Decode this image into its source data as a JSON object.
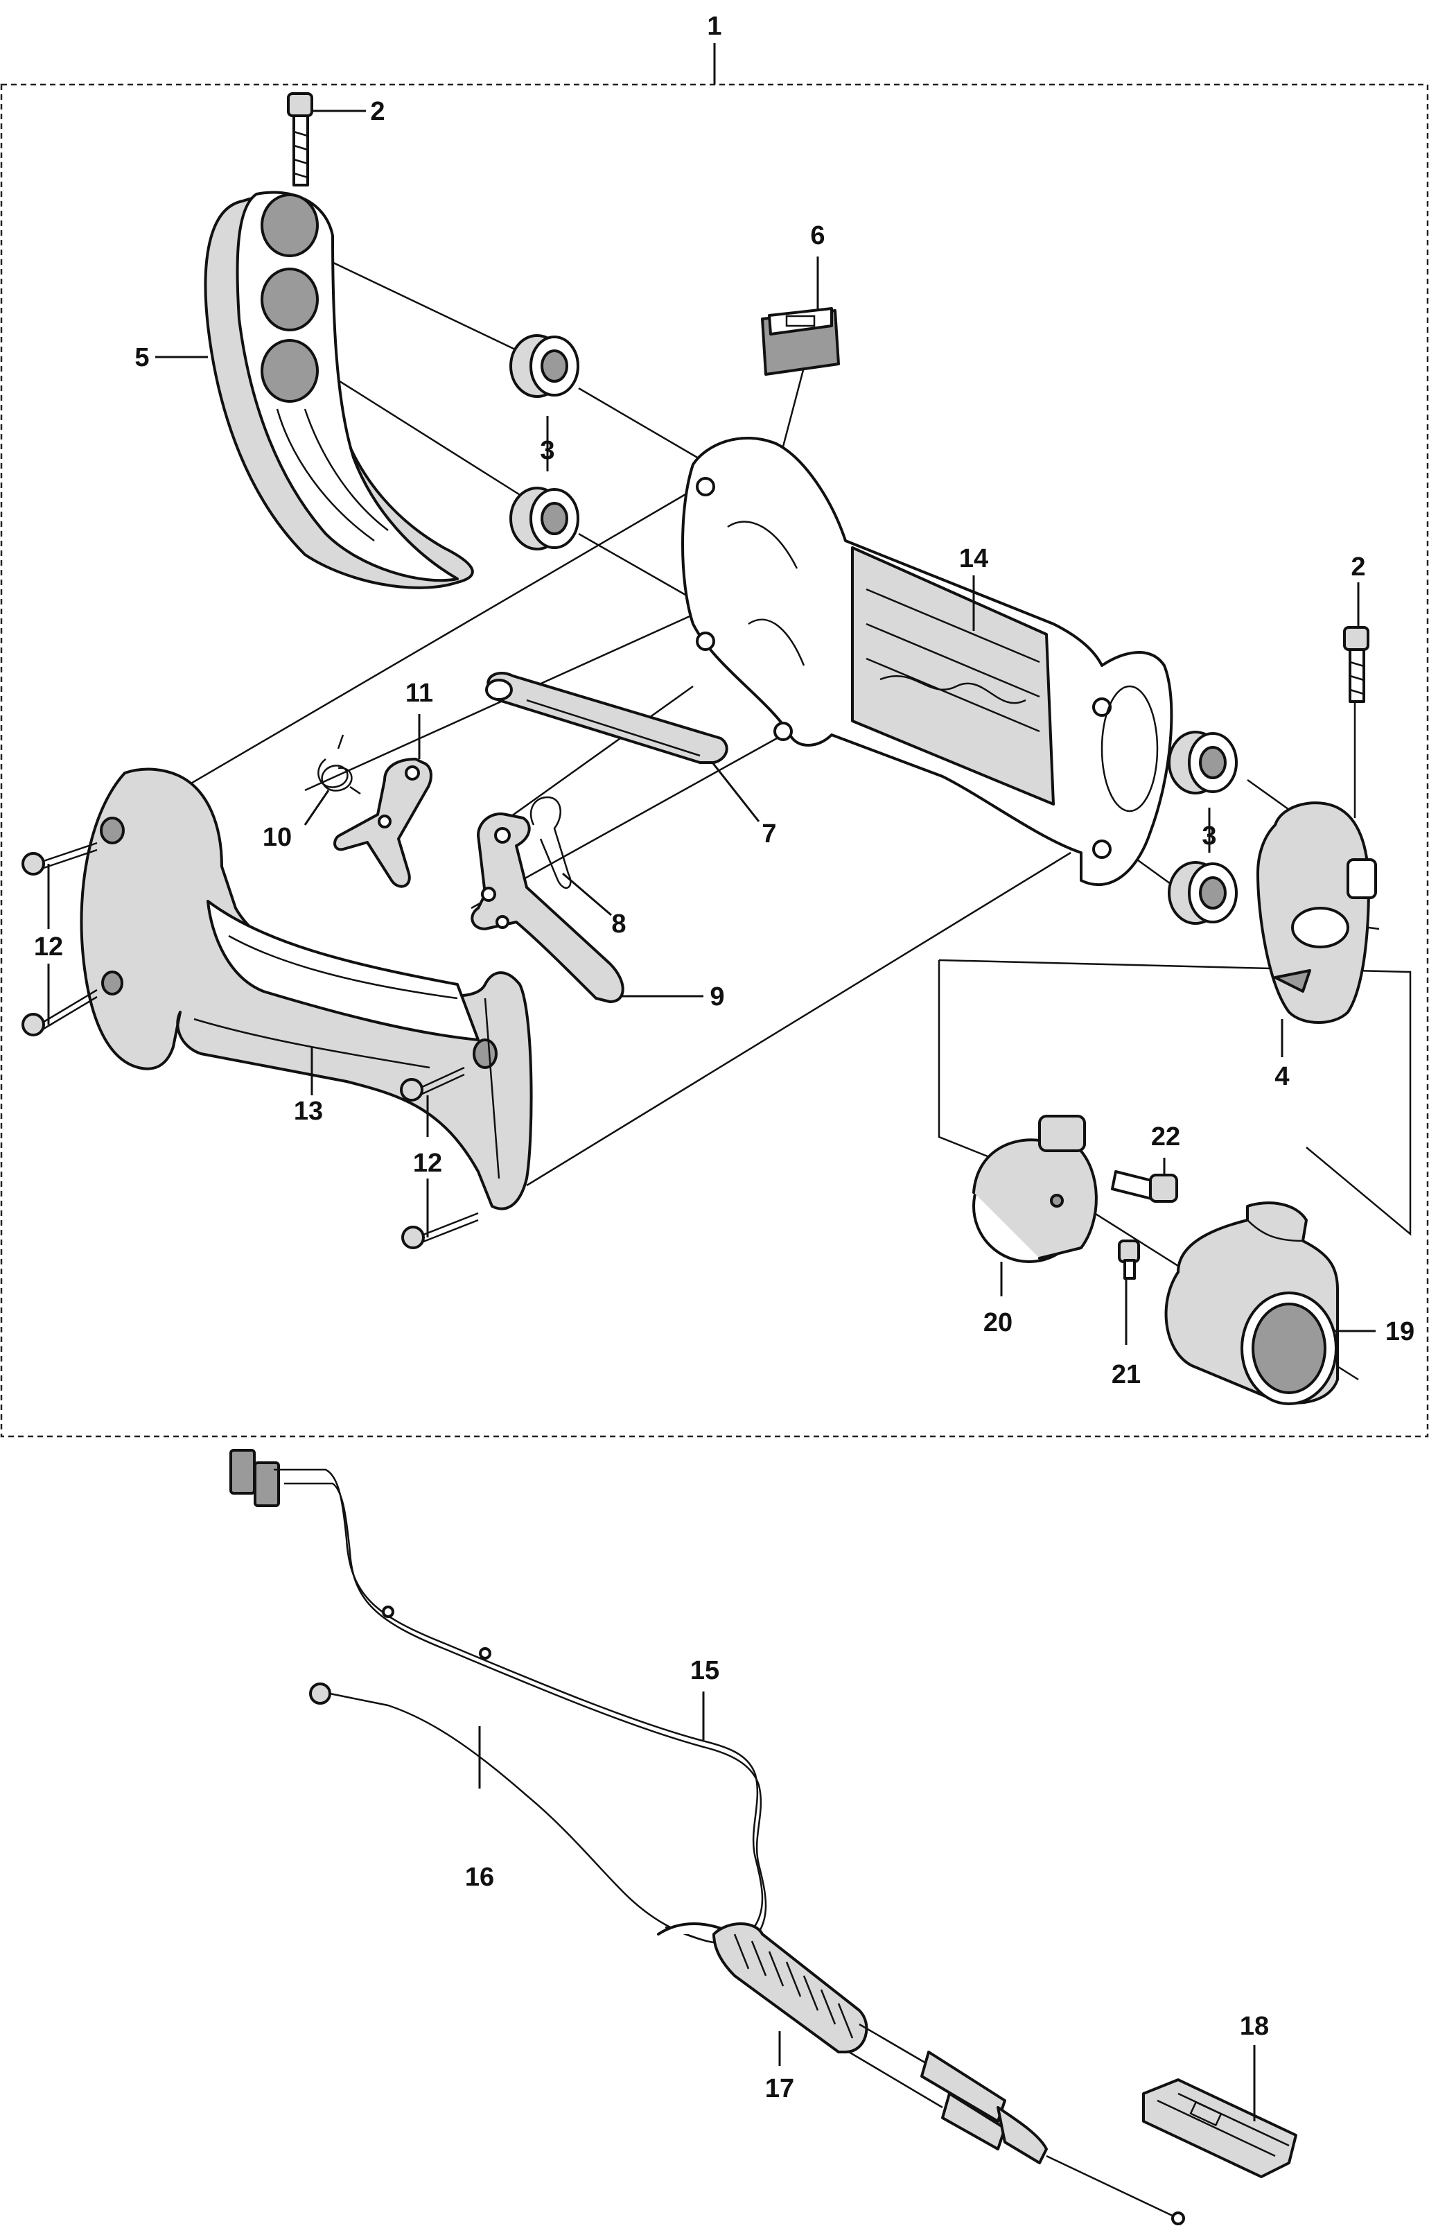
{
  "diagram": {
    "type": "exploded-parts-diagram",
    "callouts": [
      {
        "id": "1",
        "label": "1"
      },
      {
        "id": "2a",
        "label": "2"
      },
      {
        "id": "2b",
        "label": "2"
      },
      {
        "id": "3a",
        "label": "3"
      },
      {
        "id": "3b",
        "label": "3"
      },
      {
        "id": "4",
        "label": "4"
      },
      {
        "id": "5",
        "label": "5"
      },
      {
        "id": "6",
        "label": "6"
      },
      {
        "id": "7",
        "label": "7"
      },
      {
        "id": "8",
        "label": "8"
      },
      {
        "id": "9",
        "label": "9"
      },
      {
        "id": "10",
        "label": "10"
      },
      {
        "id": "11",
        "label": "11"
      },
      {
        "id": "12a",
        "label": "12"
      },
      {
        "id": "12b",
        "label": "12"
      },
      {
        "id": "13",
        "label": "13"
      },
      {
        "id": "14",
        "label": "14"
      },
      {
        "id": "15",
        "label": "15"
      },
      {
        "id": "16",
        "label": "16"
      },
      {
        "id": "17",
        "label": "17"
      },
      {
        "id": "18",
        "label": "18"
      },
      {
        "id": "19",
        "label": "19"
      },
      {
        "id": "20",
        "label": "20"
      },
      {
        "id": "21",
        "label": "21"
      },
      {
        "id": "22",
        "label": "22"
      }
    ]
  }
}
